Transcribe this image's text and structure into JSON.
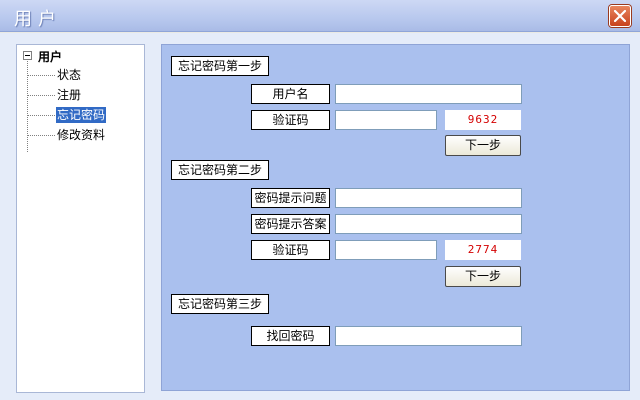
{
  "window": {
    "title": "用户"
  },
  "sidebar": {
    "root": "用户",
    "items": [
      {
        "label": "状态",
        "selected": false
      },
      {
        "label": "注册",
        "selected": false
      },
      {
        "label": "忘记密码",
        "selected": true
      },
      {
        "label": "修改资料",
        "selected": false
      }
    ]
  },
  "step1": {
    "title": "忘记密码第一步",
    "username_label": "用户名",
    "username_value": "",
    "captcha_label": "验证码",
    "captcha_value": "",
    "captcha_code": "9632",
    "next_label": "下一步"
  },
  "step2": {
    "title": "忘记密码第二步",
    "question_label": "密码提示问题",
    "question_value": "",
    "answer_label": "密码提示答案",
    "answer_value": "",
    "captcha_label": "验证码",
    "captcha_value": "",
    "captcha_code": "2774",
    "next_label": "下一步"
  },
  "step3": {
    "title": "忘记密码第三步",
    "recover_label": "找回密码",
    "recover_value": ""
  },
  "colors": {
    "titlebar": "#b8c8ee",
    "form_bg": "#aac0ee",
    "selected": "#316ac5",
    "captcha": "#d40000",
    "close": "#c8421d"
  }
}
